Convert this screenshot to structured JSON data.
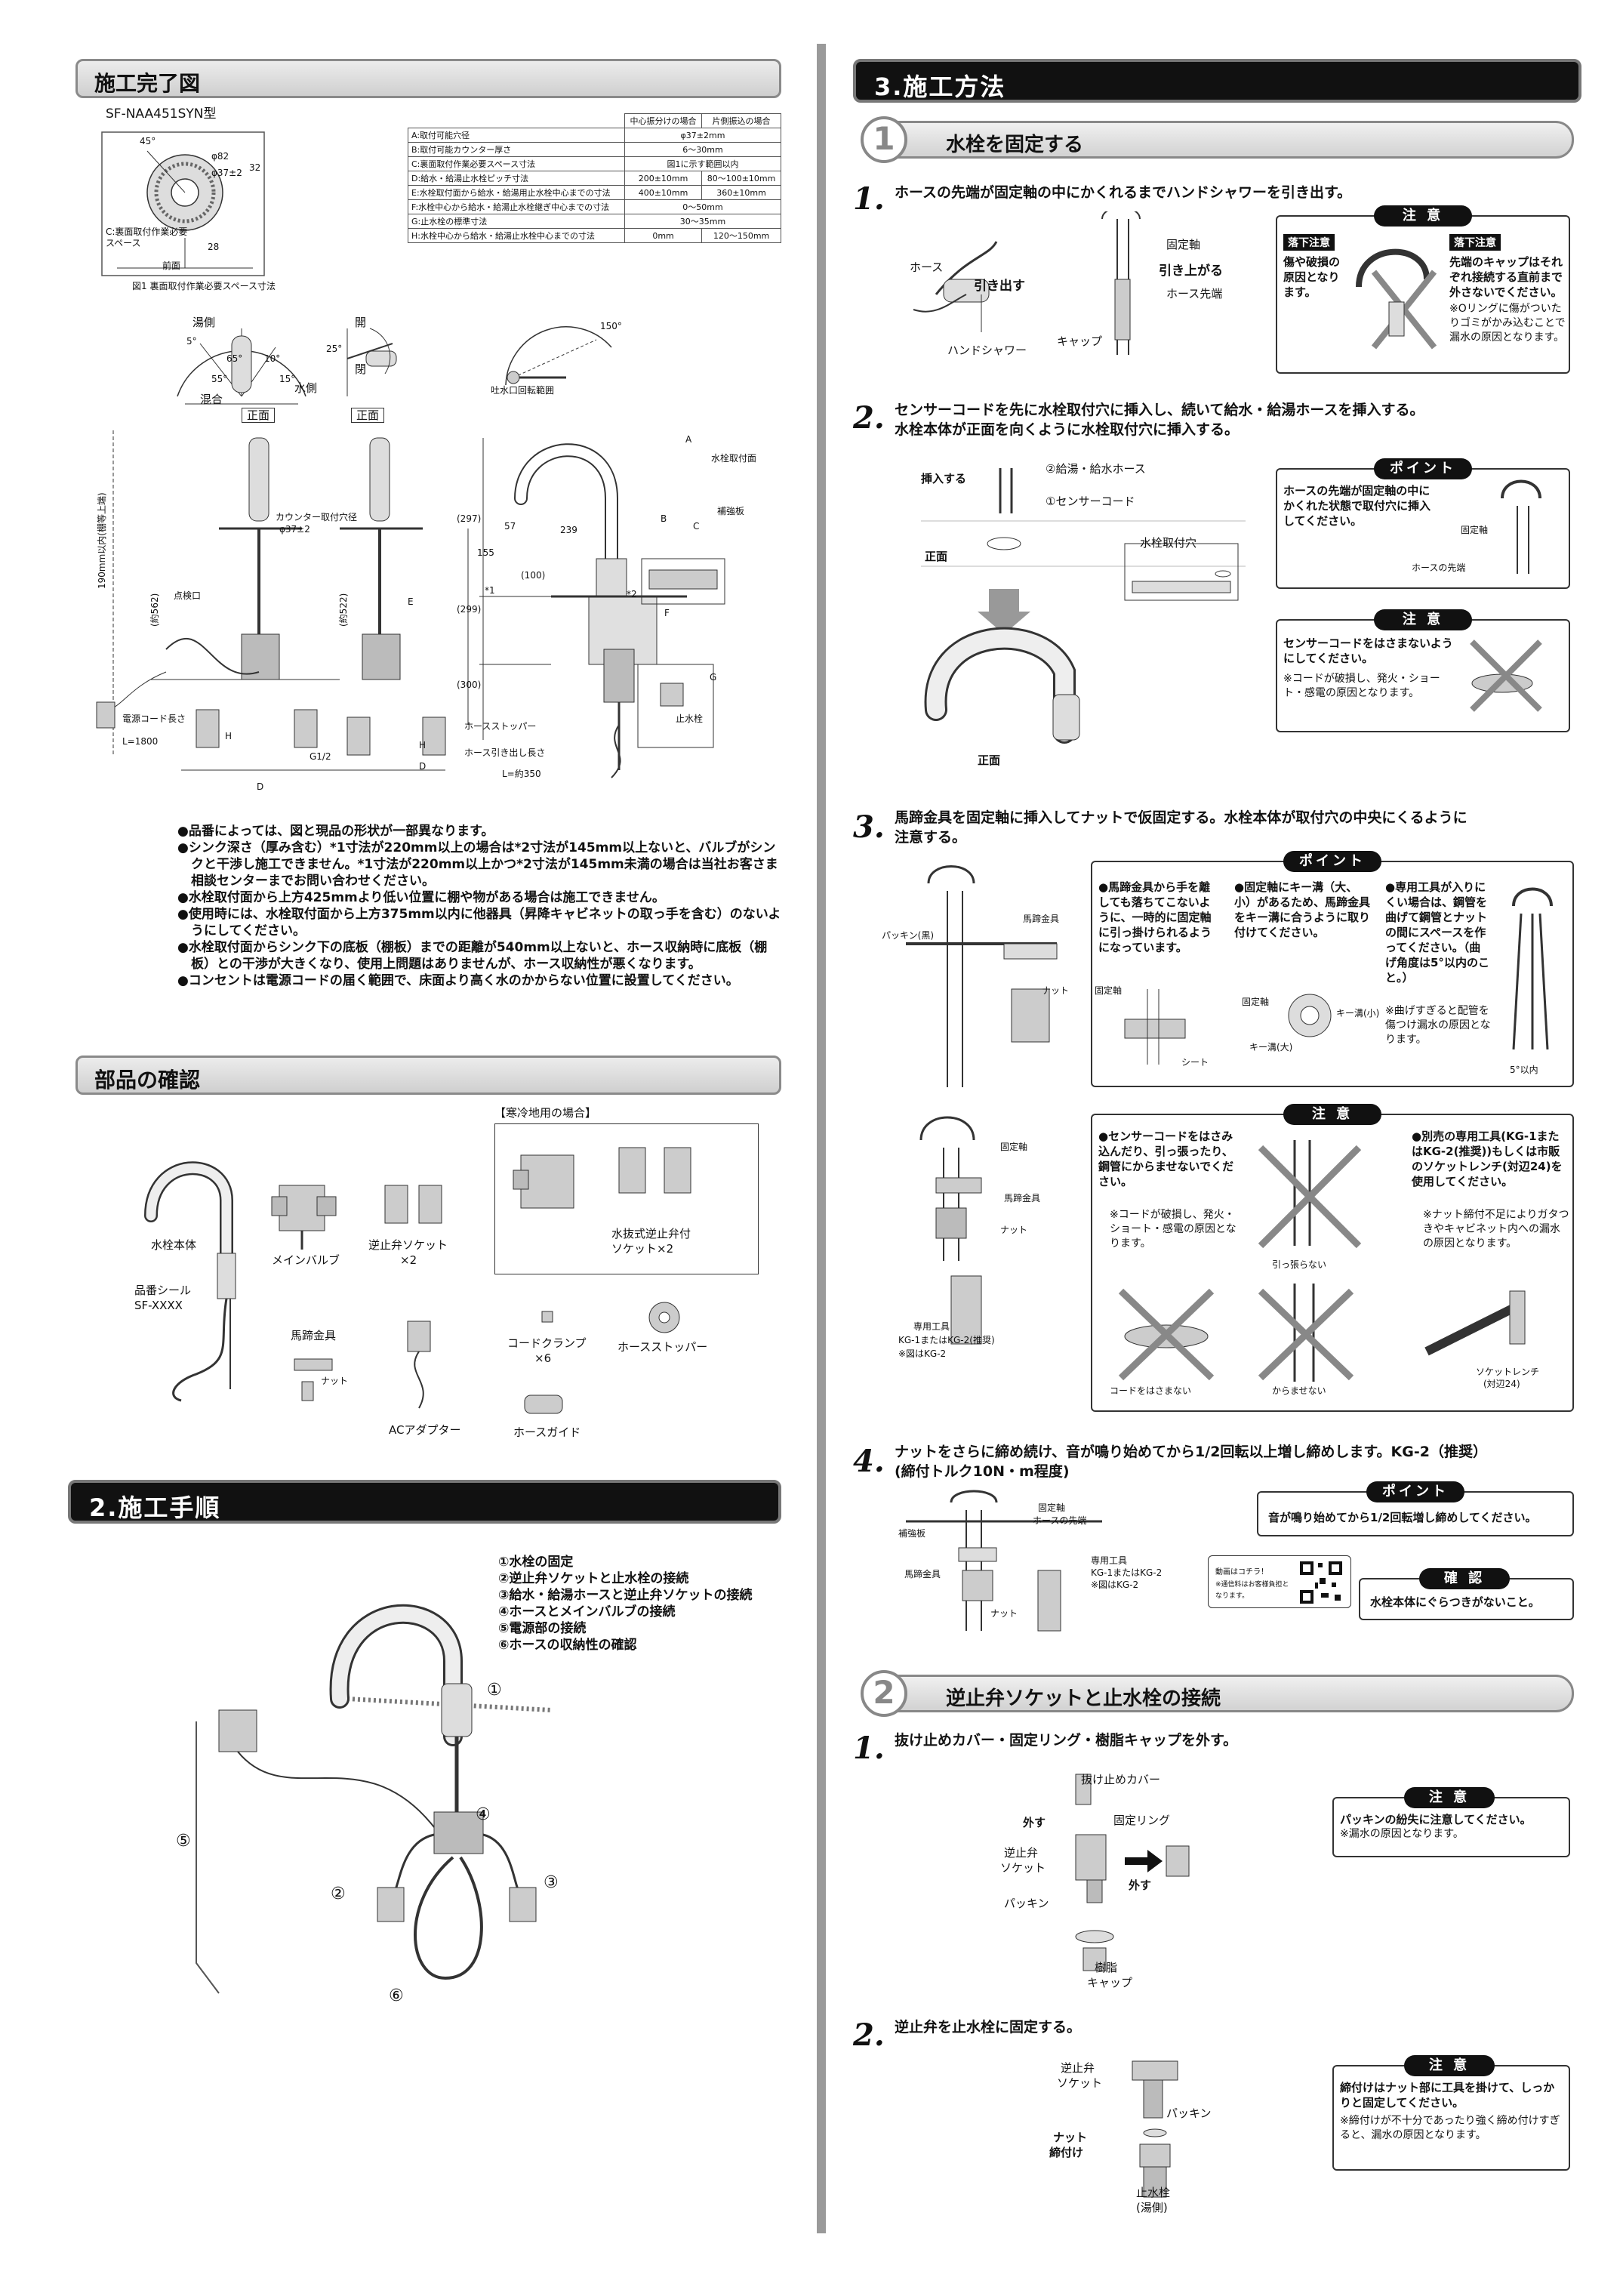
{
  "left": {
    "completion": {
      "header": "施工完了図",
      "model": "SF-NAA451SYN型",
      "fig1_caption": "図1 裏面取付作業必要スペース寸法",
      "fig1_labels": [
        "45°",
        "φ82",
        "φ37±2",
        "32",
        "C:裏面取付作業必要スペース",
        "前面",
        "28"
      ],
      "table": {
        "head": [
          "",
          "中心振分けの場合",
          "片側振込の場合"
        ],
        "rows": [
          [
            "A:取付可能穴径",
            "φ37±2mm"
          ],
          [
            "B:取付可能カウンター厚さ",
            "6～30mm"
          ],
          [
            "C:裏面取付作業必要スペース寸法",
            "図1に示す範囲以内"
          ],
          [
            "D:給水・給湯止水栓ピッチ寸法",
            "200±10mm",
            "80～100±10mm"
          ],
          [
            "E:水栓取付面から給水・給湯用止水栓中心までの寸法",
            "400±10mm",
            "360±10mm"
          ],
          [
            "F:水栓中心から給水・給湯止水栓継ぎ中心までの寸法",
            "0～50mm"
          ],
          [
            "G:止水栓の標準寸法",
            "30～35mm"
          ],
          [
            "H:水栓中心から給水・給湯止水栓中心までの寸法",
            "0mm",
            "120～150mm"
          ]
        ]
      },
      "angle_labels": {
        "hot": "湯側",
        "mix": "混合",
        "water": "水側",
        "open": "開",
        "close": "閉",
        "spout": "吐水口回転範囲",
        "a5": "5°",
        "a65": "65°",
        "a10": "10°",
        "a55": "55°",
        "a15": "15°",
        "a25": "25°",
        "a150": "150°"
      },
      "front_label": "正面",
      "labels": {
        "under_190": "190mm以内(棚等上端)",
        "counter_hole": "カウンター取付穴径",
        "counter_hole_d": "φ37±2",
        "d562": "(約562)",
        "d522": "(約522)",
        "inspection": "点検口",
        "cord_len": "電源コード長さ",
        "cord_l": "L=1800",
        "h": "H",
        "d": "D",
        "g12": "G1/2",
        "e": "E",
        "a": "A",
        "b": "B",
        "c": "C",
        "f": "F",
        "g": "G",
        "n297": "(297)",
        "n299": "(299)",
        "n300": "(300)",
        "n155": "155",
        "n239": "239",
        "n57": "57",
        "n100": "(100)",
        "star1": "*1",
        "star2": "*2",
        "mount_face": "水栓取付面",
        "reinforce": "補強板",
        "hose_stopper": "ホースストッパー",
        "hose_len": "ホース引き出し長さ",
        "hose_l": "L=約350",
        "stop_valve": "止水栓"
      },
      "notes": [
        "●品番によっては、図と現品の形状が一部異なります。",
        "●シンク深さ（厚み含む）*1寸法が220mm以上の場合は*2寸法が145mm以上ないと、バルブがシンクと干渉し施工できません。*1寸法が220mm以上かつ*2寸法が145mm未満の場合は当社お客さま相談センターまでお問い合わせください。",
        "●水栓取付面から上方425mmより低い位置に棚や物がある場合は施工できません。",
        "●使用時には、水栓取付面から上方375mm以内に他器具（昇降キャビネットの取っ手を含む）のないようにしてください。",
        "●水栓取付面からシンク下の底板（棚板）までの距離が540mm以上ないと、ホース収納時に底板（棚板）との干渉が大きくなり、使用上問題はありませんが、ホース収納性が悪くなります。",
        "●コンセントは電源コードの届く範囲で、床面より高く水のかからない位置に設置してください。"
      ]
    },
    "parts": {
      "header": "部品の確認",
      "cold_area": "【寒冷地用の場合】",
      "items": {
        "faucet": "水栓本体",
        "seal": "品番シール",
        "seal_code": "SF-XXXX",
        "main_valve": "メインバルブ",
        "check_socket": "逆止弁ソケット",
        "check_socket_qty": "×2",
        "drain_socket": "水抜式逆止弁付",
        "drain_socket2": "ソケット×2",
        "horseshoe": "馬蹄金具",
        "nut": "ナット",
        "ac": "ACアダプター",
        "cord_clamp": "コードクランプ",
        "cord_clamp_qty": "×6",
        "hose_stopper": "ホースストッパー",
        "hose_guide": "ホースガイド"
      }
    },
    "procedure": {
      "header": "2.施工手順",
      "steps": [
        "①水栓の固定",
        "②逆止弁ソケットと止水栓の接続",
        "③給水・給湯ホースと逆止弁ソケットの接続",
        "④ホースとメインバルブの接続",
        "⑤電源部の接続",
        "⑥ホースの収納性の確認"
      ],
      "markers": [
        "①",
        "②",
        "③",
        "④",
        "⑤",
        "⑥"
      ]
    }
  },
  "right": {
    "header": "3.施工方法",
    "sec1": {
      "num": "1",
      "title": "水栓を固定する",
      "step1": {
        "num": "1.",
        "text": "ホースの先端が固定軸の中にかくれるまでハンドシャワーを引き出す。",
        "labels": {
          "hose": "ホース",
          "pull_out": "引き出す",
          "hand_shower": "ハンドシャワー",
          "fixed_shaft": "固定軸",
          "lift": "引き上がる",
          "hose_tip": "ホース先端",
          "cap": "キャップ"
        },
        "caution": {
          "title": "注 意",
          "drop1": "落下注意",
          "drop1_text": "傷や破損の原因となります。",
          "drop2": "落下注意",
          "drop2_text": "先端のキャップはそれぞれ接続する直前まで外さないでください。",
          "drop2_note": "※Oリングに傷がついたりゴミがかみ込むことで漏水の原因となります。"
        }
      },
      "step2": {
        "num": "2.",
        "text1": "センサーコードを先に水栓取付穴に挿入し、続いて給水・給湯ホースを挿入する。",
        "text2": "水栓本体が正面を向くように水栓取付穴に挿入する。",
        "labels": {
          "insert": "挿入する",
          "hoses": "②給湯・給水ホース",
          "sensor": "①センサーコード",
          "front": "正面",
          "mount_hole": "水栓取付穴",
          "front2": "正面"
        },
        "point": {
          "title": "ポイント",
          "text": "ホースの先端が固定軸の中にかくれた状態で取付穴に挿入してください。",
          "shaft": "固定軸",
          "hose_tip": "ホースの先端"
        },
        "caution": {
          "title": "注 意",
          "text": "センサーコードをはさまないようにしてください。",
          "note": "※コードが破損し、発火・ショート・感電の原因となります。"
        }
      },
      "step3": {
        "num": "3.",
        "text1": "馬蹄金具を固定軸に挿入してナットで仮固定する。水栓本体が取付穴の中央にくるように",
        "text2": "注意する。",
        "labels": {
          "packing": "パッキン(黒)",
          "horseshoe": "馬蹄金具",
          "nut": "ナット"
        },
        "point": {
          "title": "ポイント",
          "c1": "●馬蹄金具から手を離しても落ちてこないように、一時的に固定軸に引っ掛けられるようになっています。",
          "c1_shaft": "固定軸",
          "c1_sheet": "シート",
          "c2": "●固定軸にキー溝（大、小）があるため、馬蹄金具をキー溝に合うように取り付けてください。",
          "c2_shaft": "固定軸",
          "c2_small": "キー溝(小)",
          "c2_large": "キー溝(大)",
          "c3": "●専用工具が入りにくい場合は、鋼管を曲げて鋼管とナットの間にスペースを作ってください。（曲げ角度は5°以内のこと。）",
          "c3_note": "※曲げすぎると配管を傷つけ漏水の原因となります。",
          "c3_angle": "5°以内"
        },
        "caution": {
          "title": "注 意",
          "shaft": "固定軸",
          "horseshoe": "馬蹄金具",
          "nut": "ナット",
          "tool": "専用工具",
          "tool2": "KG-1またはKG-2(推奨)",
          "tool3": "※図はKG-2",
          "c1": "●センサーコードをはさみ込んだり、引っ張ったり、鋼管にからませないでください。",
          "c1_note": "※コードが破損し、発火・ショート・感電の原因となります。",
          "no_pull": "引っ張らない",
          "no_pinch": "コードをはさまない",
          "no_tangle": "からませない",
          "c2": "●別売の専用工具(KG-1またはKG-2(推奨))もしくは市販のソケットレンチ(対辺24)を使用してください。",
          "c2_note": "※ナット締付不足によりガタつきやキャビネット内への漏水の原因となります。",
          "wrench": "ソケットレンチ",
          "wrench2": "(対辺24)"
        }
      },
      "step4": {
        "num": "4.",
        "text1": "ナットをさらに締め続け、音が鳴り始めてから1/2回転以上増し締めします。KG-2（推奨）",
        "text2": "(締付トルク10N・m程度)",
        "labels": {
          "shaft": "固定軸",
          "hose_tip": "ホースの先端",
          "reinforce": "補強板",
          "horseshoe": "馬蹄金具",
          "nut": "ナット",
          "tool": "専用工具",
          "tool2": "KG-1またはKG-2",
          "tool3": "※図はKG-2",
          "video": "動画はコチラ！",
          "video2": "※通信料はお客様負担となります。"
        },
        "point": {
          "title": "ポイント",
          "text": "音が鳴り始めてから1/2回転増し締めしてください。"
        },
        "confirm": {
          "title": "確 認",
          "text": "水栓本体にぐらつきがないこと。"
        }
      }
    },
    "sec2": {
      "num": "2",
      "title": "逆止弁ソケットと止水栓の接続",
      "step1": {
        "num": "1.",
        "text": "抜け止めカバー・固定リング・樹脂キャップを外す。",
        "labels": {
          "cover": "抜け止めカバー",
          "remove": "外す",
          "ring": "固定リング",
          "socket": "逆止弁",
          "socket2": "ソケット",
          "remove2": "外す",
          "packing": "パッキン",
          "cap": "樹脂",
          "cap2": "キャップ"
        },
        "caution": {
          "title": "注 意",
          "text": "パッキンの紛失に注意してください。",
          "note": "※漏水の原因となります。"
        }
      },
      "step2": {
        "num": "2.",
        "text": "逆止弁を止水栓に固定する。",
        "labels": {
          "socket": "逆止弁",
          "socket2": "ソケット",
          "packing": "パッキン",
          "nut": "ナット",
          "tighten": "締付け",
          "valve": "止水栓",
          "valve2": "(湯側)"
        },
        "caution": {
          "title": "注 意",
          "text": "締付けはナット部に工具を掛けて、しっかりと固定してください。",
          "note": "※締付けが不十分であったり強く締め付けすぎると、漏水の原因となります。"
        }
      }
    }
  }
}
